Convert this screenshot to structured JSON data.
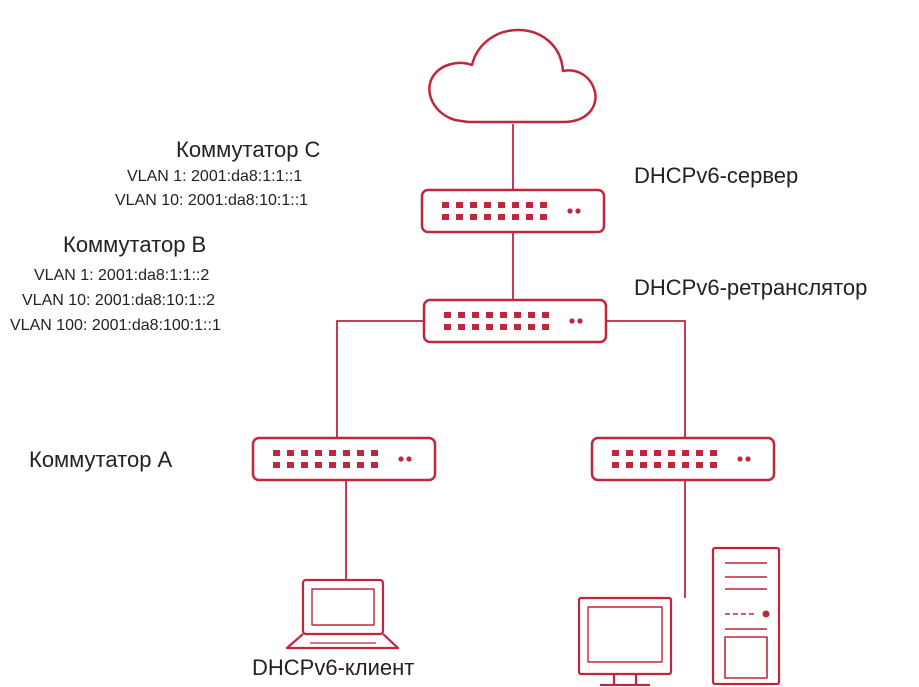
{
  "colors": {
    "device": "#c0263e",
    "text": "#222222",
    "background": "#ffffff"
  },
  "icons": [
    "cloud-icon",
    "network-switch-icon",
    "laptop-icon",
    "desktop-computer-icon"
  ],
  "switch_c": {
    "name": "Коммутатор C",
    "addresses": [
      "VLAN 1: 2001:da8:1:1::1",
      "VLAN 10: 2001:da8:10:1::1"
    ],
    "role": "DHCPv6-сервер"
  },
  "switch_b": {
    "name": "Коммутатор B",
    "addresses": [
      "VLAN 1: 2001:da8:1:1::2",
      "VLAN 10: 2001:da8:10:1::2",
      "VLAN 100: 2001:da8:100:1::1"
    ],
    "role": "DHCPv6-ретранслятор"
  },
  "switch_a": {
    "name": "Коммутатор A"
  },
  "client": {
    "label": "DHCPv6-клиент"
  }
}
